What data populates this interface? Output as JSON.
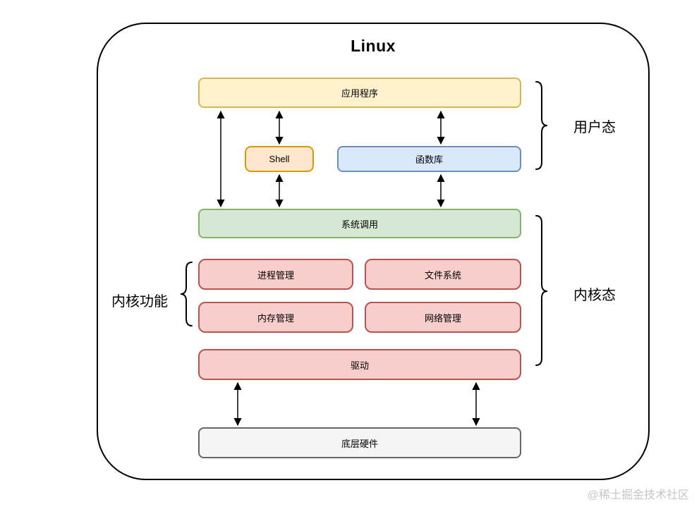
{
  "title": "Linux",
  "watermark": "@稀土掘金技术社区",
  "diagram": {
    "nodes": {
      "application": {
        "label": "应用程序",
        "fill": "#FFF2CC",
        "stroke": "#D6B656"
      },
      "shell": {
        "label": "Shell",
        "fill": "#FFE6CC",
        "stroke": "#D79B00"
      },
      "library": {
        "label": "函数库",
        "fill": "#DAE8FC",
        "stroke": "#6C8EBF"
      },
      "syscall": {
        "label": "系统调用",
        "fill": "#D5E8D4",
        "stroke": "#82B366"
      },
      "process_mgmt": {
        "label": "进程管理",
        "fill": "#F8CECC",
        "stroke": "#B85450"
      },
      "file_system": {
        "label": "文件系统",
        "fill": "#F8CECC",
        "stroke": "#B85450"
      },
      "memory_mgmt": {
        "label": "内存管理",
        "fill": "#F8CECC",
        "stroke": "#B85450"
      },
      "network_mgmt": {
        "label": "网络管理",
        "fill": "#F8CECC",
        "stroke": "#B85450"
      },
      "driver": {
        "label": "驱动",
        "fill": "#F8CECC",
        "stroke": "#B85450"
      },
      "hardware": {
        "label": "底层硬件",
        "fill": "#F5F5F5",
        "stroke": "#666666"
      }
    },
    "annotations": {
      "user_mode": "用户态",
      "kernel_mode": "内核态",
      "kernel_functions": "内核功能"
    },
    "connections": [
      {
        "from": "application",
        "to": "syscall",
        "style": "double-arrow"
      },
      {
        "from": "application",
        "to": "shell",
        "style": "double-arrow"
      },
      {
        "from": "shell",
        "to": "syscall",
        "style": "double-arrow"
      },
      {
        "from": "application",
        "to": "library",
        "style": "double-arrow"
      },
      {
        "from": "library",
        "to": "syscall",
        "style": "double-arrow"
      },
      {
        "from": "driver",
        "to": "hardware",
        "style": "double-arrow"
      },
      {
        "from": "driver",
        "to": "hardware",
        "style": "double-arrow"
      }
    ]
  }
}
